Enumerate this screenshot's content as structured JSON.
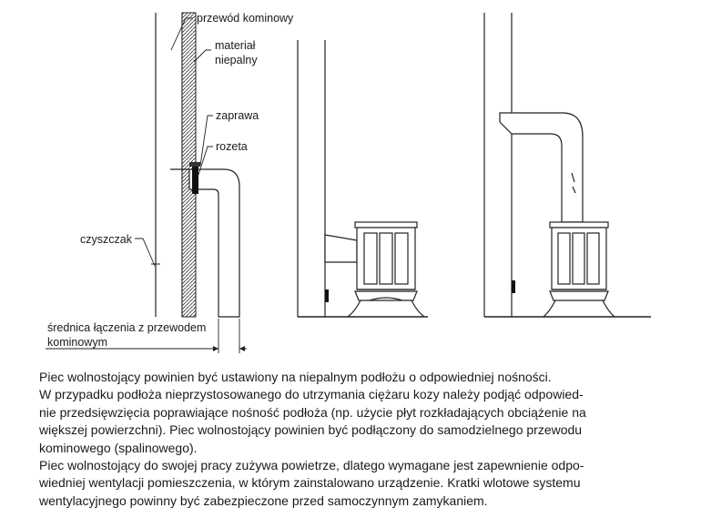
{
  "diagram_labels": {
    "flue": "przewód kominowy",
    "material_line1": "materiał",
    "material_line2": "niepalny",
    "mortar": "zaprawa",
    "rosette": "rozeta",
    "cleanout": "czyszczak",
    "diameter_line1": "średnica łączenia z przewodem",
    "diameter_line2": "kominowym"
  },
  "description": {
    "paragraph_1": "Piec wolnostojący powinien być ustawiony na niepalnym podłożu o odpowiedniej nośności.\nW przypadku podłoża nieprzystosowanego do utrzymania ciężaru kozy należy podjąć odpowied-\nnie przedsięwzięcia poprawiające nośność podłoża (np. użycie płyt rozkładających obciążenie na\nwiększej powierzchni). Piec wolnostojący powinien być podłączony do samodzielnego przewodu\nkominowego (spalinowego).",
    "paragraph_2": "Piec wolnostojący do swojej pracy zużywa powietrze, dlatego wymagane jest zapewnienie odpo-\nwiedniej wentylacji pomieszczenia, w którym zainstalowano urządzenie. Kratki wlotowe systemu\nwentylacyjnego powinny być zabezpieczone przed samoczynnym zamykaniem."
  }
}
